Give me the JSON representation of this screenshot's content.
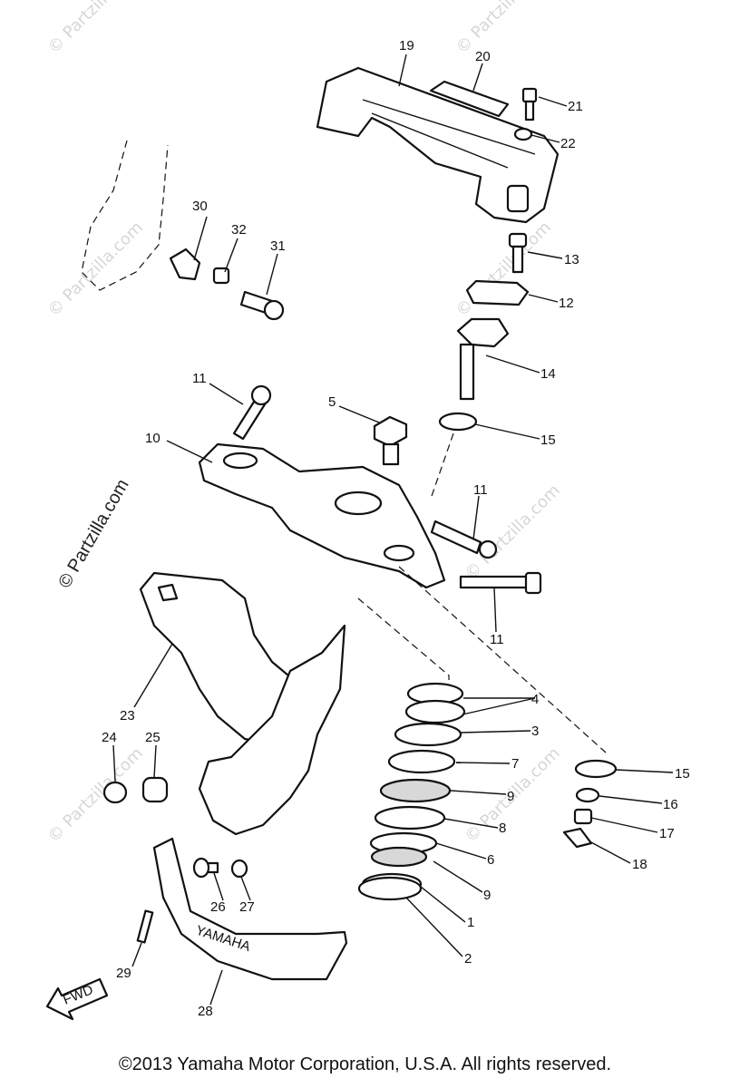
{
  "diagram": {
    "callouts": [
      "1",
      "2",
      "3",
      "4",
      "5",
      "6",
      "7",
      "8",
      "9",
      "9",
      "10",
      "11",
      "11",
      "11",
      "12",
      "13",
      "14",
      "15",
      "15",
      "16",
      "17",
      "18",
      "19",
      "20",
      "21",
      "22",
      "23",
      "24",
      "25",
      "26",
      "27",
      "28",
      "29",
      "30",
      "31",
      "32"
    ],
    "fwd_label": "FWD",
    "cover_brand": "YAMAHA",
    "watermark": "© Partzilla.com",
    "faint_watermark": "© Partzilla.com"
  },
  "footer": {
    "copyright": "©2013 Yamaha Motor Corporation, U.S.A. All rights reserved."
  }
}
